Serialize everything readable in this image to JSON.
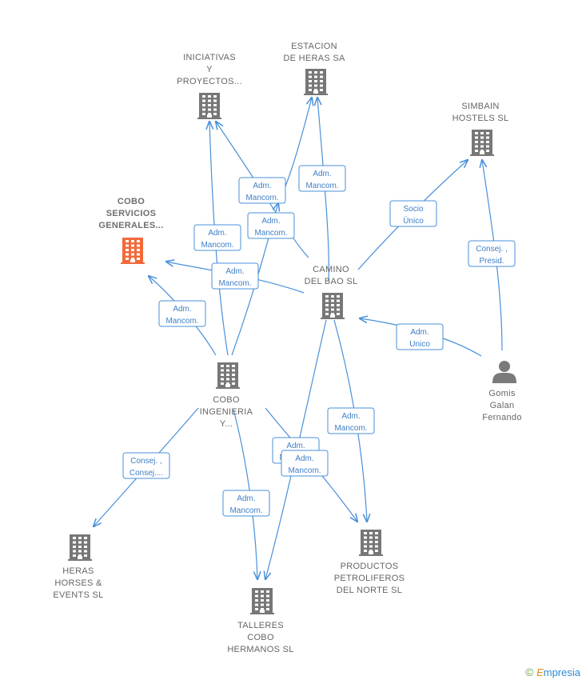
{
  "colors": {
    "edge": "#4a90d9",
    "building": "#777777",
    "focus": "#f26a3a",
    "person": "#7a7a7a"
  },
  "nodes": [
    {
      "id": "iniciativas",
      "type": "company",
      "lines": [
        "INICIATIVAS",
        "Y",
        "PROYECTOS..."
      ]
    },
    {
      "id": "estacion",
      "type": "company",
      "lines": [
        "ESTACION",
        "DE HERAS SA"
      ]
    },
    {
      "id": "simbain",
      "type": "company",
      "lines": [
        "SIMBAIN",
        "HOSTELS  SL"
      ]
    },
    {
      "id": "cobo_servicios",
      "type": "company",
      "focus": true,
      "lines": [
        "COBO",
        "SERVICIOS",
        "GENERALES..."
      ]
    },
    {
      "id": "camino",
      "type": "company",
      "lines": [
        "CAMINO",
        "DEL BAO  SL"
      ]
    },
    {
      "id": "gomis",
      "type": "person",
      "lines": [
        "Gomis",
        "Galan",
        "Fernando"
      ]
    },
    {
      "id": "cobo_ing",
      "type": "company",
      "lines": [
        "COBO",
        "INGENIERIA",
        "Y..."
      ]
    },
    {
      "id": "heras_horses",
      "type": "company",
      "lines": [
        "HERAS",
        "HORSES &",
        "EVENTS  SL"
      ]
    },
    {
      "id": "productos",
      "type": "company",
      "lines": [
        "PRODUCTOS",
        "PETROLIFEROS",
        "DEL NORTE SL"
      ]
    },
    {
      "id": "talleres",
      "type": "company",
      "lines": [
        "TALLERES",
        "COBO",
        "HERMANOS SL"
      ]
    }
  ],
  "edge_labels": [
    {
      "id": "e1",
      "lines": [
        "Adm.",
        "Mancom."
      ]
    },
    {
      "id": "e2",
      "lines": [
        "Adm.",
        "Mancom."
      ]
    },
    {
      "id": "e3",
      "lines": [
        "Adm.",
        "Mancom."
      ]
    },
    {
      "id": "e4",
      "lines": [
        "Adm.",
        "Mancom."
      ]
    },
    {
      "id": "e5",
      "lines": [
        "Adm.",
        "Mancom."
      ]
    },
    {
      "id": "e6",
      "lines": [
        "Adm.",
        "Mancom."
      ]
    },
    {
      "id": "e7",
      "lines": [
        "Socio",
        "Único"
      ]
    },
    {
      "id": "e8",
      "lines": [
        "Consej. ,",
        "Presid."
      ]
    },
    {
      "id": "e9",
      "lines": [
        "Adm.",
        "Unico"
      ]
    },
    {
      "id": "e10",
      "lines": [
        "Consej. ,",
        "Consej...."
      ]
    },
    {
      "id": "e11",
      "lines": [
        "Adm.",
        "Mancom."
      ]
    },
    {
      "id": "e12",
      "lines": [
        "Adm.",
        "Mancom."
      ]
    },
    {
      "id": "e13",
      "lines": [
        "Adm.",
        "Mancom."
      ]
    },
    {
      "id": "e14",
      "lines": [
        "Adm.",
        "Mancom."
      ]
    }
  ],
  "footer": {
    "copyright": "©",
    "brand_first": "E",
    "brand_rest": "mpresia"
  }
}
